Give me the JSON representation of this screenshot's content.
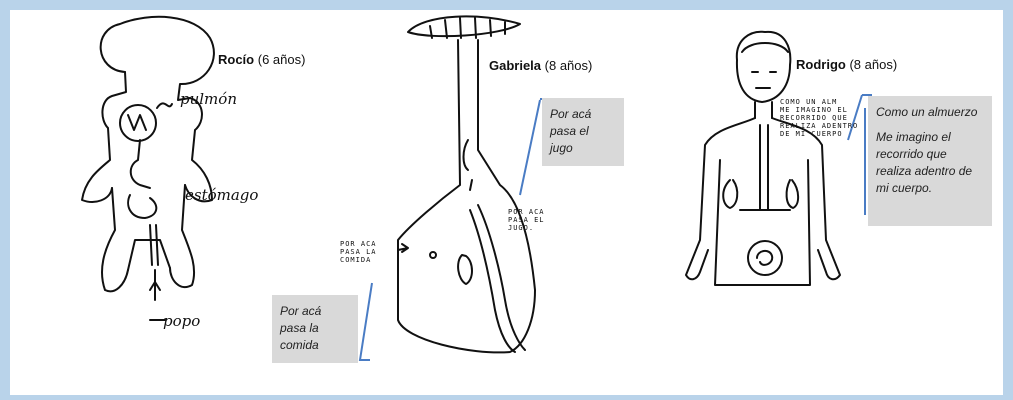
{
  "drawings": [
    {
      "name": "Rocío",
      "age": "(6 años)",
      "labels": {
        "lung": "pulmón",
        "stomach": "estómago",
        "poop": "popo"
      }
    },
    {
      "name": "Gabriela",
      "age": "(8 años)",
      "handwritten": {
        "juice": "POR ACA\nPASA EL\nJUGO.",
        "food": "POR ACA\nPASA LA\nCOMIDA"
      },
      "callouts": {
        "juice": [
          "Por acá",
          "pasa el",
          "jugo"
        ],
        "food": [
          "Por acá",
          "pasa la",
          "comida"
        ]
      }
    },
    {
      "name": "Rodrigo",
      "age": "(8 años)",
      "handwritten": {
        "text": "COMO UN ALM\nME IMAGINO EL\nRECORRIDO QUE\nREALIZA ADENTRO\nDE MI CUERPO"
      },
      "callouts": {
        "first": "Como un almuerzo",
        "second": [
          "Me imagino el",
          "recorrido que",
          "realiza adentro de",
          "mi cuerpo."
        ]
      }
    }
  ],
  "colors": {
    "border": "#b9d3ea",
    "callout_bg": "#d9d9d9",
    "connector": "#4a7cc4",
    "ink": "#111111"
  }
}
